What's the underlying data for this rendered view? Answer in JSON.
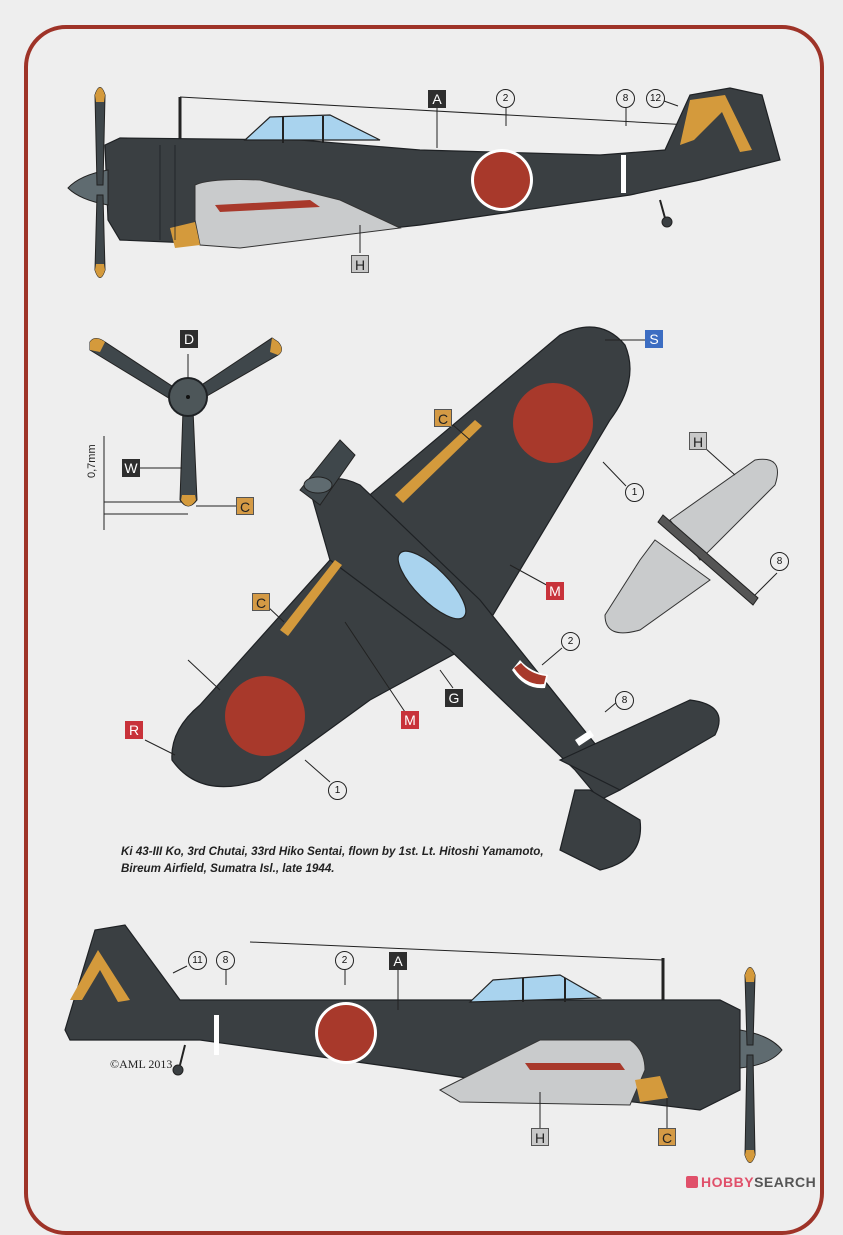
{
  "colors": {
    "background": "#eeeeee",
    "frame": "#9e3328",
    "aircraft_dark_green": "#3a3f42",
    "hinomaru_red": "#a8392b",
    "underside_grey": "#c9cbcc",
    "canopy_blue": "#a9d3ee",
    "identification_yellow": "#d49a3c",
    "tag_black": "#2e2e2e",
    "tag_orange": "#d49a45",
    "tag_red": "#c8323a",
    "tag_blue": "#3c6dc2",
    "tag_grey": "#c8c8c8"
  },
  "caption": {
    "line1": "Ki 43-III Ko, 3rd Chutai, 33rd Hiko Sentai, flown by 1st. Lt. Hitoshi Yamamoto,",
    "line2": "Bireum Airfield, Sumatra Isl., late 1944."
  },
  "copyright": "©AML 2013",
  "watermark": {
    "part1": "HOBBY",
    "part2": "SEARCH"
  },
  "propeller_detail": {
    "dimension_label": "0,7mm",
    "tags": {
      "spinner": "D",
      "blade": "W",
      "tip": "C"
    }
  },
  "left_profile": {
    "color_tags": [
      "A",
      "H"
    ],
    "decal_numbers": [
      "2",
      "8",
      "12"
    ]
  },
  "top_view": {
    "color_tags": [
      "S",
      "C",
      "C",
      "M",
      "M",
      "G",
      "R"
    ],
    "decal_numbers": [
      "1",
      "1",
      "2",
      "8"
    ]
  },
  "tailplane_view": {
    "color_tags": [
      "H"
    ],
    "decal_numbers": [
      "8"
    ]
  },
  "right_profile": {
    "color_tags": [
      "A",
      "H",
      "C"
    ],
    "decal_numbers": [
      "11",
      "8",
      "2"
    ]
  }
}
